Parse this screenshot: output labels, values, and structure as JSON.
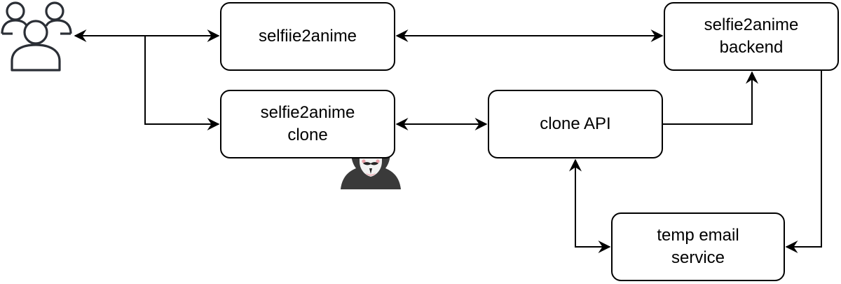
{
  "nodes": {
    "selfiie2anime": "selfiie2anime",
    "clone": "selfie2anime\nclone",
    "backend": "selfie2anime\nbackend",
    "clone_api": "clone API",
    "temp_email": "temp email\nservice"
  },
  "icons": {
    "users": "users-icon",
    "attacker": "anonymous-hacker-icon"
  },
  "colors": {
    "stroke": "#000000",
    "icon_stroke": "#2b2f36",
    "hood": "#3a3a3a",
    "mask": "#f2f2f2",
    "mask_tint": "#e8a0a8"
  }
}
